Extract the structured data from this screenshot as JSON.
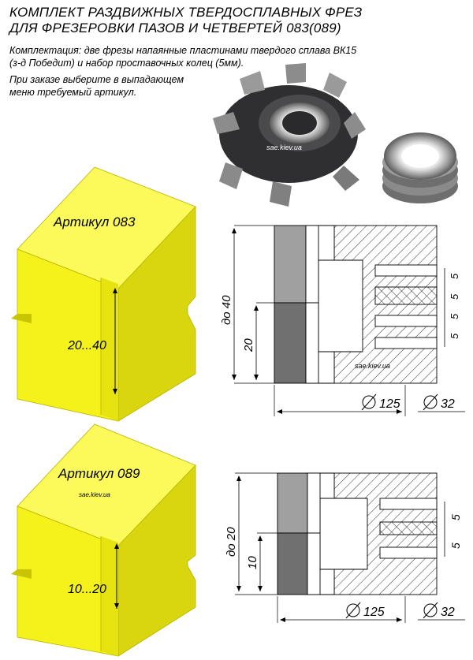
{
  "header": {
    "title_line1": "КОМПЛЕКТ  РАЗДВИЖНЫХ ТВЕРДОСПЛАВНЫХ ФРЕЗ",
    "title_line2": "ДЛЯ ФРЕЗЕРОВКИ ПАЗОВ И ЧЕТВЕРТЕЙ  083(089)",
    "desc_line1": "Комплектация: две фрезы напаянные пластинами твердого сплава ВК15",
    "desc_line2": "(з-д Победит) и набор проставочных колец (5мм).",
    "desc_line3": "При заказе выберите в выпадающем",
    "desc_line4": "меню требуемый артикул."
  },
  "watermark": "sae.kiev.ua",
  "article_083": {
    "label": "Артикул 083",
    "range": "20...40",
    "dim_max": "до 40",
    "dim_min": "20",
    "dim_ring": "5",
    "dia_outer": "125",
    "dia_bore": "32"
  },
  "article_089": {
    "label": "Артикул 089",
    "range": "10...20",
    "dim_max": "до 20",
    "dim_min": "10",
    "dim_ring": "5",
    "dia_outer": "125",
    "dia_bore": "32"
  },
  "colors": {
    "block_face": "#f4f21a",
    "block_top": "#fbfa5a",
    "block_side": "#d9d50e",
    "cutter_metal": "#3a3a3c",
    "insert_dark": "#707070",
    "insert_light": "#a0a0a0"
  }
}
